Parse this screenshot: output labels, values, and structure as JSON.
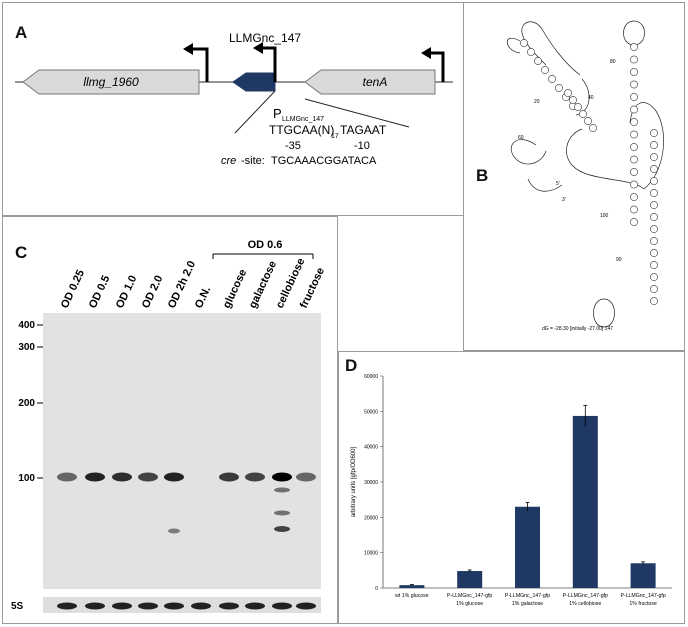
{
  "panels": {
    "a": {
      "label": "A",
      "sRNA_name": "LLMGnc_147",
      "gene_left": "llmg_1960",
      "gene_right": "tenA",
      "promoter_P": "P",
      "promoter_sub": "LLMGnc_147",
      "seq_a": "TTGCAA(N)",
      "seq_sub": "17",
      "seq_b": "TAGAAT",
      "minus35": "-35",
      "minus10": "-10",
      "cre_label": "cre",
      "cre_suffix": "-site:",
      "cre_seq": "TGCAAACGGATACA"
    },
    "b": {
      "label": "B",
      "energy": "dG = -28.30 [initially -27.00] 147",
      "nums": [
        "80",
        "20",
        "40",
        "60",
        "90",
        "100",
        "5'",
        "3'"
      ]
    },
    "c": {
      "label": "C",
      "group_label": "OD 0.6",
      "lanes": [
        "OD 0.25",
        "OD 0.5",
        "OD 1.0",
        "OD 2.0",
        "OD 2h 2.0",
        "O.N.",
        "glucose",
        "galactose",
        "cellobiose",
        "fructose"
      ],
      "markers": [
        "400",
        "300",
        "200",
        "100"
      ],
      "bottom": "5S"
    },
    "d": {
      "label": "D"
    }
  },
  "chart_data": {
    "type": "bar",
    "title": "",
    "xlabel": "",
    "ylabel": "arbitrary units [gfp/OD600]",
    "ylim": [
      0,
      60000
    ],
    "yticks": [
      "0",
      "10000",
      "20000",
      "30000",
      "40000",
      "50000",
      "60000"
    ],
    "categories": [
      [
        "wt 1% glucose"
      ],
      [
        "P-LLMGnc_147-gfp",
        "1% glucose"
      ],
      [
        "P-LLMGnc_147-gfp",
        "1% galactose"
      ],
      [
        "P-LLMGnc_147-gfp",
        "1% cellobiose"
      ],
      [
        "P-LLMGnc_147-gfp",
        "1% fructose"
      ]
    ],
    "values": [
      800,
      4800,
      23000,
      48700,
      7000
    ],
    "errors": [
      200,
      300,
      1200,
      3000,
      400
    ],
    "bar_color": "#1f3864",
    "grid": false
  },
  "colors": {
    "gene_box": "#1f3864",
    "gene_arrow": "#d9d9d9"
  }
}
